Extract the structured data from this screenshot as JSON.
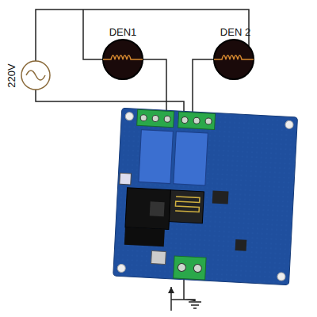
{
  "diagram": {
    "labels": [
      "220V",
      "DEN1",
      "DEN 2"
    ]
  }
}
